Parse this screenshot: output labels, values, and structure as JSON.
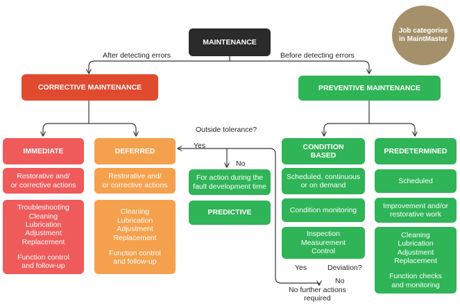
{
  "colors": {
    "dark": "#2b2b2b",
    "red_dark": "#e04a2f",
    "red": "#ef5b5b",
    "orange": "#f5a04c",
    "green": "#2fb457",
    "badge": "#a4916b",
    "line": "#333333"
  },
  "root": {
    "label": "MAINTENANCE"
  },
  "branches": {
    "after": "After detecting errors",
    "before": "Before detecting errors"
  },
  "corrective": {
    "label": "CORRECTIVE MAINTENANCE"
  },
  "preventive": {
    "label": "PREVENTIVE MAINTENANCE"
  },
  "immediate": {
    "label": "IMMEDIATE",
    "action": [
      "Restorative and/",
      "or corrective actions"
    ],
    "tasks": [
      "Troubleshooting",
      "Cleaning",
      "Lubrication",
      "Adjustment",
      "Replacement"
    ],
    "followup": [
      "Function control",
      "and follow-up"
    ]
  },
  "deferred": {
    "label": "DEFERRED",
    "action": [
      "Restorative and/",
      "or corrective actions"
    ],
    "tasks": [
      "Cleaning",
      "Lubrication",
      "Adjustment",
      "Replacement"
    ],
    "followup": [
      "Function control",
      "and follow-up"
    ]
  },
  "predictive": {
    "question": "Outside tolerance?",
    "yes": "Yes",
    "no": "No",
    "action": [
      "For action during the",
      "fault development time"
    ],
    "label": "PREDICTIVE"
  },
  "condition": {
    "label": [
      "CONDITION",
      "BASED"
    ],
    "scheduled": [
      "Scheduled, continuous",
      "or on demand"
    ],
    "monitoring": "Condition monitoring",
    "inspection": [
      "Inspection",
      "Measurement",
      "Control"
    ],
    "deviation": "Deviation?",
    "yes": "Yes",
    "no": "No",
    "no_further": [
      "No further actions",
      "required"
    ]
  },
  "predetermined": {
    "label": "PREDETERMINED",
    "scheduled": "Scheduled",
    "improvement": [
      "Improvement and/or",
      "restorative work"
    ],
    "tasks": [
      "Cleaning",
      "Lubrication",
      "Adjustment",
      "Replacement"
    ],
    "followup": [
      "Function checks",
      "and monitoring"
    ]
  },
  "badge": [
    "Job categories",
    "in MaintMaster"
  ]
}
